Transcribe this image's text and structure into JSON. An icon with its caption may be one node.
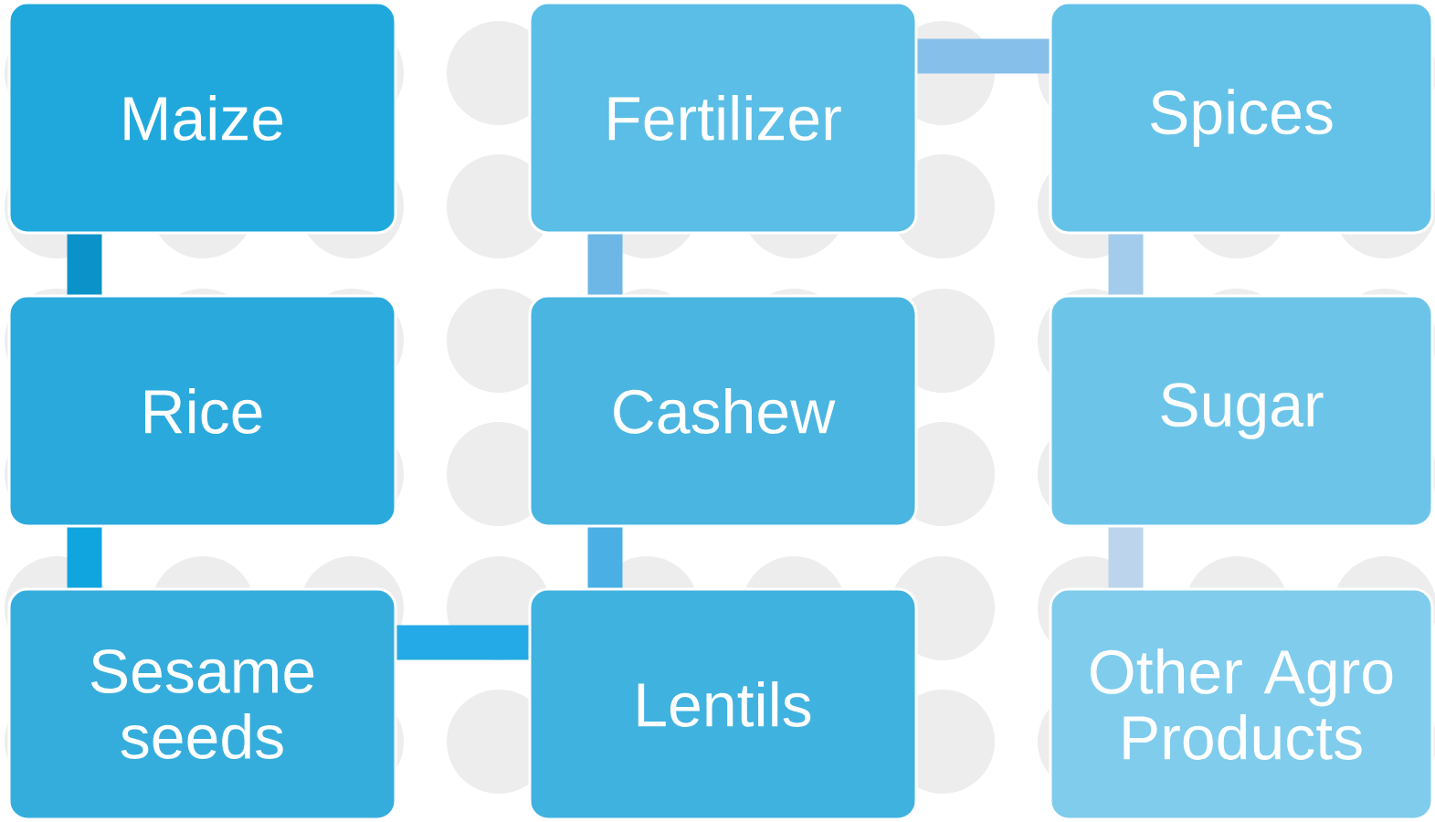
{
  "diagram": {
    "nodes": [
      {
        "text": [
          "Maize"
        ]
      },
      {
        "text": [
          "Fertilizer"
        ]
      },
      {
        "text": [
          "Spices"
        ]
      },
      {
        "text": [
          "Rice"
        ]
      },
      {
        "text": [
          "Cashew"
        ]
      },
      {
        "text": [
          "Sugar"
        ]
      },
      {
        "text": [
          "Sesame seeds"
        ]
      },
      {
        "text": [
          "Lentils"
        ]
      },
      {
        "text": [
          "Other Agro Products"
        ]
      }
    ],
    "edges": [
      {
        "from": 0,
        "to": 3,
        "arrow": "none",
        "color": "#0b93c9"
      },
      {
        "from": 3,
        "to": 6,
        "arrow": "none",
        "color": "#11a5e0"
      },
      {
        "from": 6,
        "to": 7,
        "arrow": "none",
        "color": "#24aae6"
      },
      {
        "from": 7,
        "to": 4,
        "arrow": "none",
        "color": "#4aafe5"
      },
      {
        "from": 4,
        "to": 1,
        "arrow": "none",
        "color": "#6cb7e6"
      },
      {
        "from": 1,
        "to": 2,
        "arrow": "none",
        "color": "#86bfe9"
      },
      {
        "from": 2,
        "to": 5,
        "arrow": "none",
        "color": "#a3cbeb"
      },
      {
        "from": 5,
        "to": 8,
        "arrow": "none",
        "color": "#bcd5ec"
      }
    ]
  }
}
